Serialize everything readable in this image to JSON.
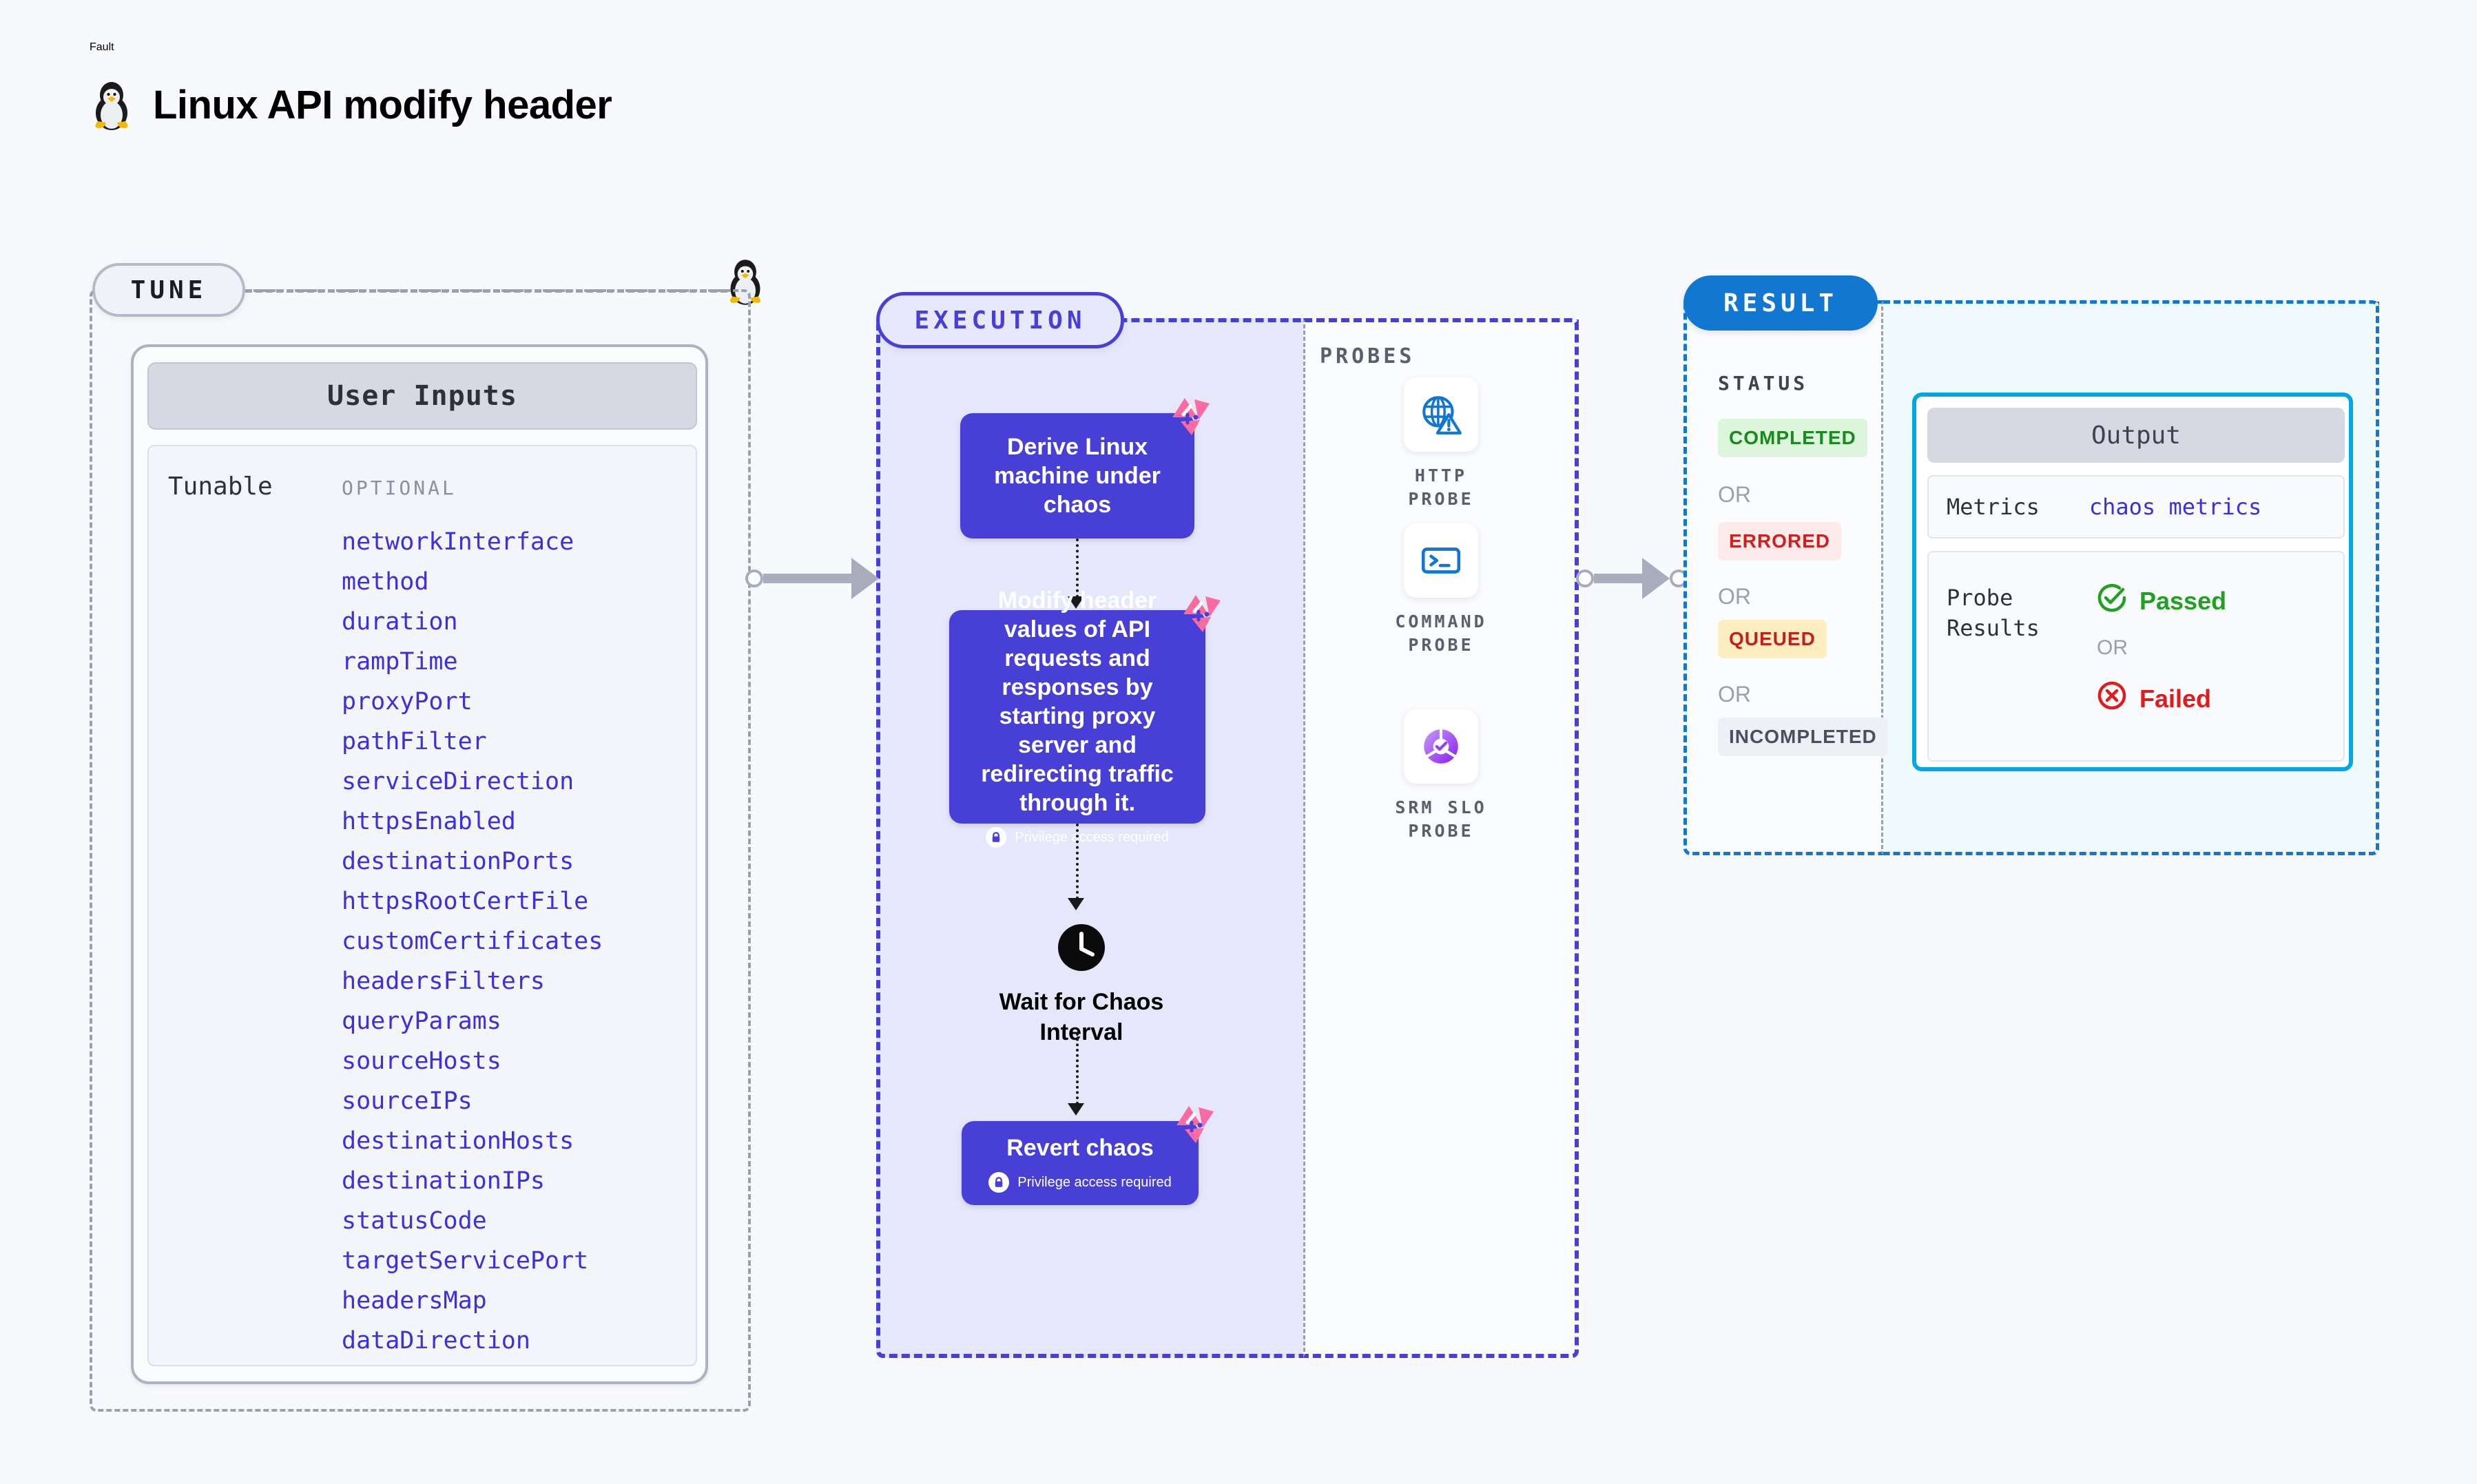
{
  "header": {
    "eyebrow": "Fault",
    "title": "Linux API modify header",
    "icon": "tux-penguin-icon"
  },
  "tune": {
    "pill_label": "TUNE",
    "card_header": "User Inputs",
    "group_label": "Tunable",
    "group_kind": "OPTIONAL",
    "params": [
      "networkInterface",
      "method",
      "duration",
      "rampTime",
      "proxyPort",
      "pathFilter",
      "serviceDirection",
      "httpsEnabled",
      "destinationPorts",
      "httpsRootCertFile",
      "customCertificates",
      "headersFilters",
      "queryParams",
      "sourceHosts",
      "sourceIPs",
      "destinationHosts",
      "destinationIPs",
      "statusCode",
      "targetServicePort",
      "headersMap",
      "dataDirection"
    ]
  },
  "execution": {
    "pill_label": "EXECUTION",
    "nodes": [
      {
        "id": "derive",
        "text": "Derive Linux machine under chaos",
        "privilege_note": "",
        "has_ribbon": true,
        "has_privilege": false
      },
      {
        "id": "modify",
        "text": "Modify header values of API requests and responses by starting proxy server and redirecting traffic through it.",
        "privilege_note": "Privilege access required",
        "has_ribbon": true,
        "has_privilege": true
      },
      {
        "id": "wait",
        "text": "Wait for Chaos Interval",
        "privilege_note": "",
        "has_ribbon": false,
        "has_privilege": false
      },
      {
        "id": "revert",
        "text": "Revert chaos",
        "privilege_note": "Privilege access required",
        "has_ribbon": true,
        "has_privilege": true
      }
    ]
  },
  "probes": {
    "section_label": "PROBES",
    "items": [
      {
        "label": "HTTP PROBE",
        "icon": "globe-warning-icon"
      },
      {
        "label": "COMMAND\nPROBE",
        "icon": "terminal-icon"
      },
      {
        "label": "SRM SLO\nPROBE",
        "icon": "slo-donut-check-icon"
      }
    ]
  },
  "result": {
    "pill_label": "RESULT",
    "status_label": "STATUS",
    "or_text": "OR",
    "statuses": [
      {
        "label": "COMPLETED",
        "bg": "#ddf5dc",
        "fg": "#1a8a1f"
      },
      {
        "label": "ERRORED",
        "bg": "#fdeaea",
        "fg": "#cf2020"
      },
      {
        "label": "QUEUED",
        "bg": "#fdeec2",
        "fg": "#c22020"
      },
      {
        "label": "INCOMPLETED",
        "bg": "#eef0f5",
        "fg": "#4b5060"
      }
    ],
    "output": {
      "header": "Output",
      "metrics_label": "Metrics",
      "metrics_value": "chaos metrics",
      "probe_results_label": "Probe\nResults",
      "passed_label": "Passed",
      "failed_label": "Failed",
      "or_text": "OR"
    }
  },
  "colors": {
    "page_bg": "#f8f9fc",
    "accent_purple": "#4840d6",
    "accent_blue": "#1177d1",
    "accent_cyan": "#00a7e1",
    "ribbon_pink": "#fb6aa0",
    "param_text": "#3b2fe0"
  }
}
